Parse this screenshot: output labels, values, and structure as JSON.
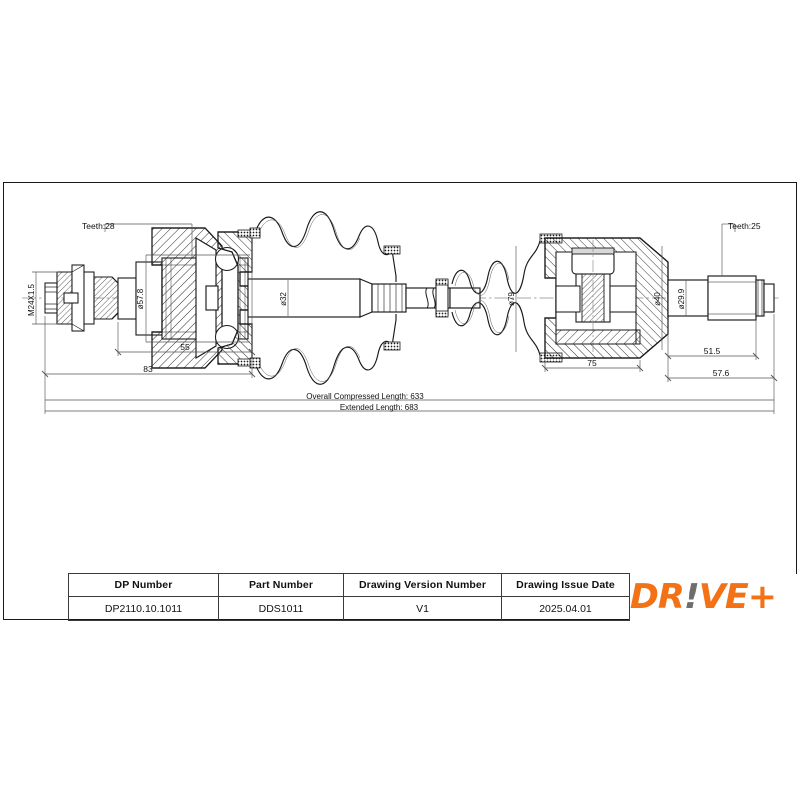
{
  "document": {
    "type": "engineering-drawing",
    "subject": "Drive shaft / CV joint assembly cross-section"
  },
  "drawing": {
    "labels": {
      "teeth_left": "Teeth:28",
      "teeth_right": "Teeth:25",
      "thread_left": "M24X1.5",
      "dia_57_8": "ø57.8",
      "dia_32": "ø32",
      "dia_79": "ø79",
      "dia_40": "ø40",
      "dia_29_9": "ø29.9",
      "dim_55": "55",
      "dim_83": "83",
      "dim_75": "75",
      "dim_51_5": "51.5",
      "dim_57_6": "57.6",
      "overall_compressed": "Overall  Compressed  Length: 633",
      "extended": "Extended  Length: 683"
    }
  },
  "table": {
    "headers": [
      "DP Number",
      "Part Number",
      "Drawing Version Number",
      "Drawing Issue Date"
    ],
    "values": [
      "DP2110.10.1011",
      "DDS1011",
      "V1",
      "2025.04.01"
    ]
  },
  "brand": {
    "name_part1": "DR",
    "name_bang": "!",
    "name_part2": "VE+",
    "accent_color": "#F47216",
    "bang_color": "#6E6E6E"
  }
}
